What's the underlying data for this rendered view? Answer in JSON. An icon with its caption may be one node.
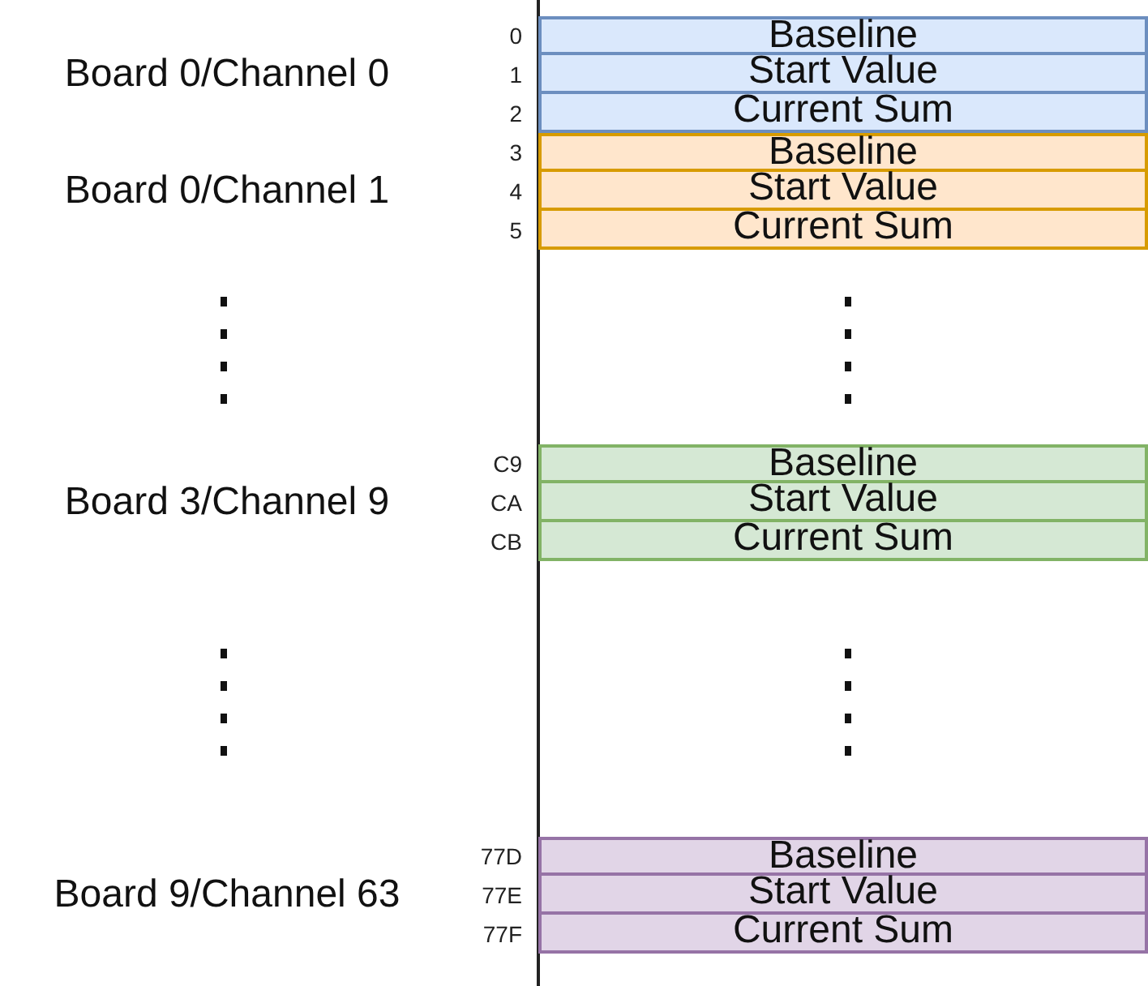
{
  "diagram": {
    "nodes": [
      {
        "text": [
          "Baseline"
        ],
        "beside": [
          "0"
        ]
      },
      {
        "text": [
          "Start Value"
        ],
        "beside": [
          "1"
        ]
      },
      {
        "text": [
          "Current Sum"
        ],
        "beside": [
          "2"
        ]
      },
      {
        "text": [
          "Baseline"
        ],
        "beside": [
          "3"
        ]
      },
      {
        "text": [
          "Start Value"
        ],
        "beside": [
          "4"
        ]
      },
      {
        "text": [
          "Current Sum"
        ],
        "beside": [
          "5"
        ]
      },
      {
        "text": [
          "Baseline"
        ],
        "beside": [
          "C9"
        ]
      },
      {
        "text": [
          "Start Value"
        ],
        "beside": [
          "CA"
        ]
      },
      {
        "text": [
          "Current Sum"
        ],
        "beside": [
          "CB"
        ]
      },
      {
        "text": [
          "Baseline"
        ],
        "beside": [
          "77D"
        ]
      },
      {
        "text": [
          "Start Value"
        ],
        "beside": [
          "77E"
        ]
      },
      {
        "text": [
          "Current Sum"
        ],
        "beside": [
          "77F"
        ]
      }
    ],
    "labels": [
      "Board 0/Channel 0",
      "Board 0/Channel 1",
      "Board 3/Channel 9",
      "Board 9/Channel 63"
    ]
  }
}
